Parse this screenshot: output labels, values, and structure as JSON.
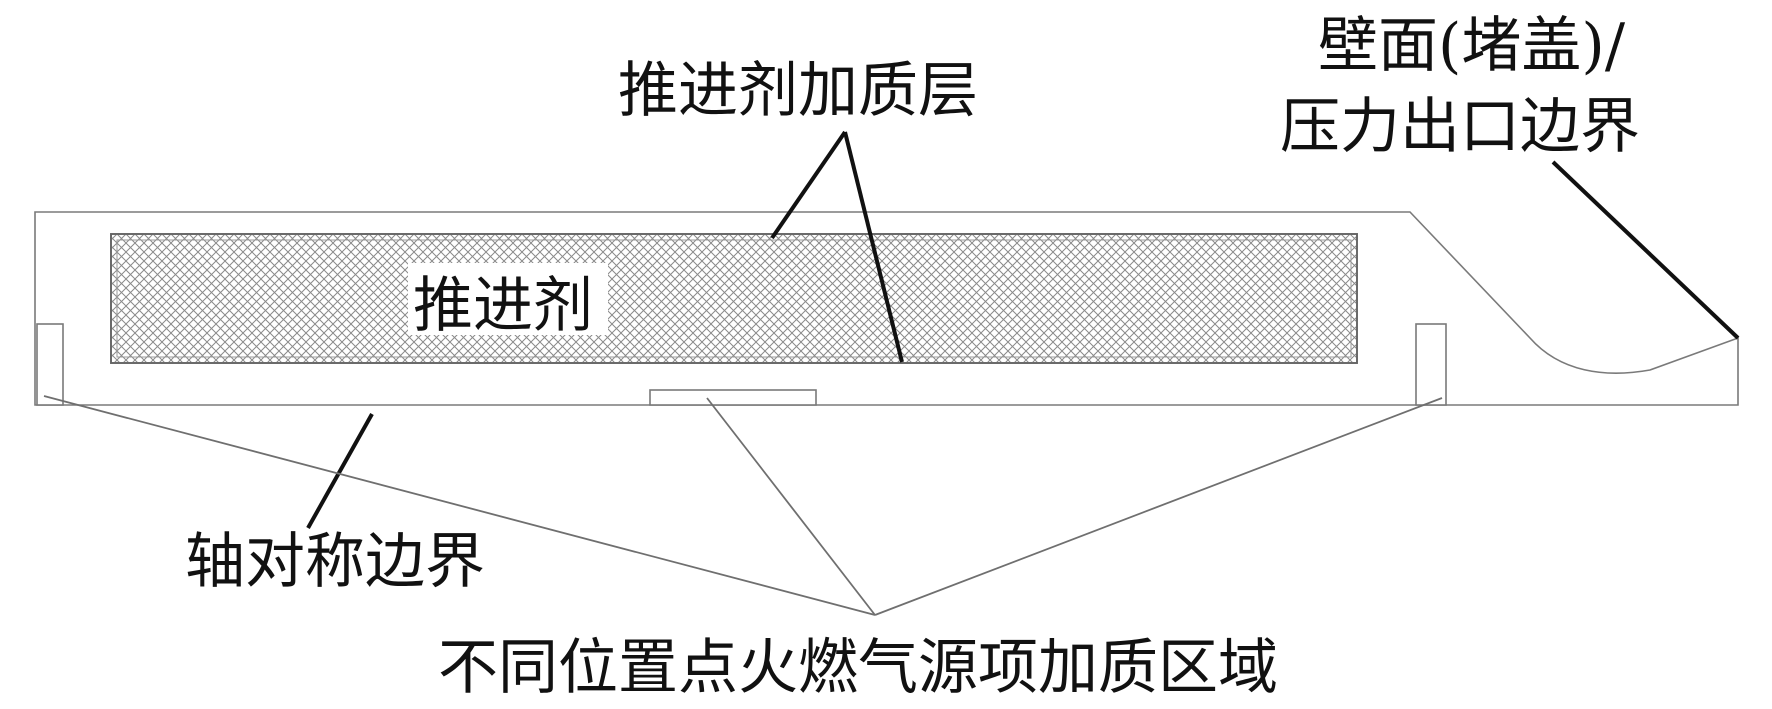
{
  "diagram": {
    "labels": {
      "propellant_mass_layer": "推进剂加质层",
      "propellant": "推进剂",
      "wall_line1": "壁面(堵盖)/",
      "wall_line2": "压力出口边界",
      "axis_boundary": "轴对称边界",
      "ignition_source_regions": "不同位置点火燃气源项加质区域"
    },
    "colors": {
      "outline": "#7a7a7a",
      "hatch": "#8a8a8a",
      "leader_dark": "#111111",
      "leader_gray": "#6f6f6f",
      "text": "#111111"
    }
  }
}
